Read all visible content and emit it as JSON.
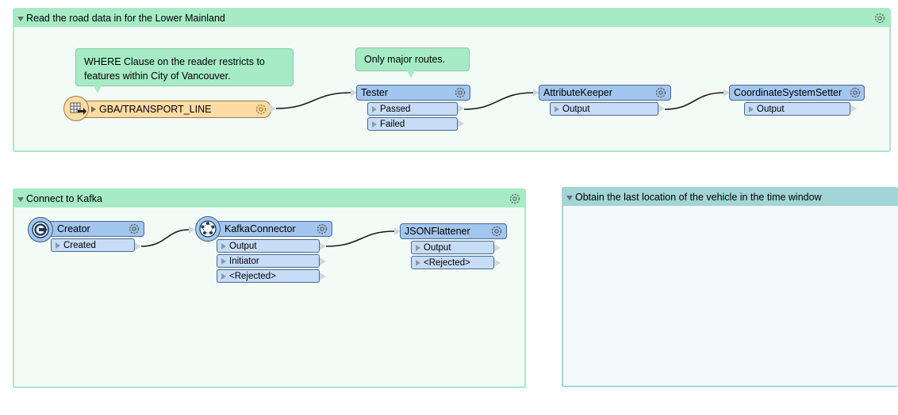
{
  "bookmarks": {
    "road": {
      "title": "Read the road data in for the Lower Mainland"
    },
    "kafka": {
      "title": "Connect to Kafka"
    },
    "vehicle": {
      "title": "Obtain the last location of the vehicle in the time window"
    }
  },
  "annotations": {
    "where_clause": "WHERE Clause on the reader restricts to features within City of Vancouver.",
    "major_routes": "Only major routes."
  },
  "nodes": {
    "reader": {
      "label": "GBA/TRANSPORT_LINE"
    },
    "tester": {
      "label": "Tester",
      "ports": [
        "Passed",
        "Failed"
      ]
    },
    "attribute_keeper": {
      "label": "AttributeKeeper",
      "ports": [
        "Output"
      ]
    },
    "coord_setter": {
      "label": "CoordinateSystemSetter",
      "ports": [
        "Output"
      ]
    },
    "creator": {
      "label": "Creator",
      "ports": [
        "Created"
      ]
    },
    "kafka_connector": {
      "label": "KafkaConnector",
      "ports": [
        "Output",
        "Initiator",
        "<Rejected>"
      ]
    },
    "json_flattener": {
      "label": "JSONFlattener",
      "ports": [
        "Output",
        "<Rejected>"
      ]
    }
  },
  "colors": {
    "bookmark_green": "#a6ebc6",
    "bookmark_teal": "#a2d5d5",
    "transformer_blue": "#a3c6ee",
    "port_blue": "#c7dcf6",
    "reader_orange": "#fddba4"
  },
  "icons": [
    "gear-icon",
    "collapse-triangle-icon",
    "table-reader-icon",
    "creator-icon",
    "kafka-icon"
  ]
}
